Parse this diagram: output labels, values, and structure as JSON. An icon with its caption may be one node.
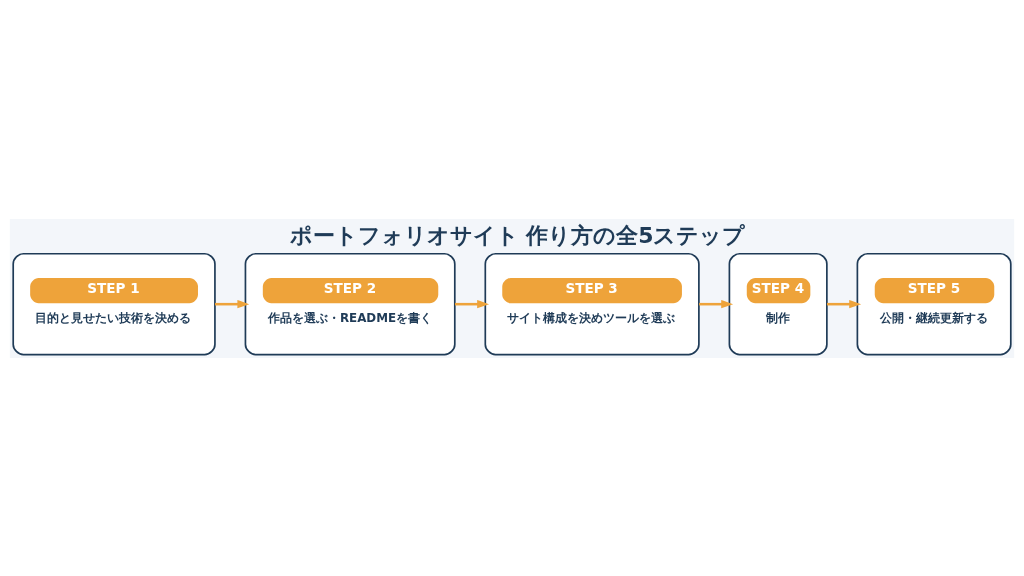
{
  "diagram": {
    "title": "ポートフォリオサイト 作り方の全5ステップ",
    "nodes": [
      {
        "text": [
          "STEP 1",
          "目的と見せたい技術を決める"
        ]
      },
      {
        "text": [
          "STEP 2",
          "作品を選ぶ・READMEを書く"
        ]
      },
      {
        "text": [
          "STEP 3",
          "サイト構成を決めツールを選ぶ"
        ]
      },
      {
        "text": [
          "STEP 4",
          "制作"
        ]
      },
      {
        "text": [
          "STEP 5",
          "公開・継続更新する"
        ]
      }
    ],
    "edges": [
      {
        "from": 0,
        "to": 1,
        "arrow": "to"
      },
      {
        "from": 1,
        "to": 2,
        "arrow": "to"
      },
      {
        "from": 2,
        "to": 3,
        "arrow": "to"
      },
      {
        "from": 3,
        "to": 4,
        "arrow": "to"
      }
    ]
  }
}
